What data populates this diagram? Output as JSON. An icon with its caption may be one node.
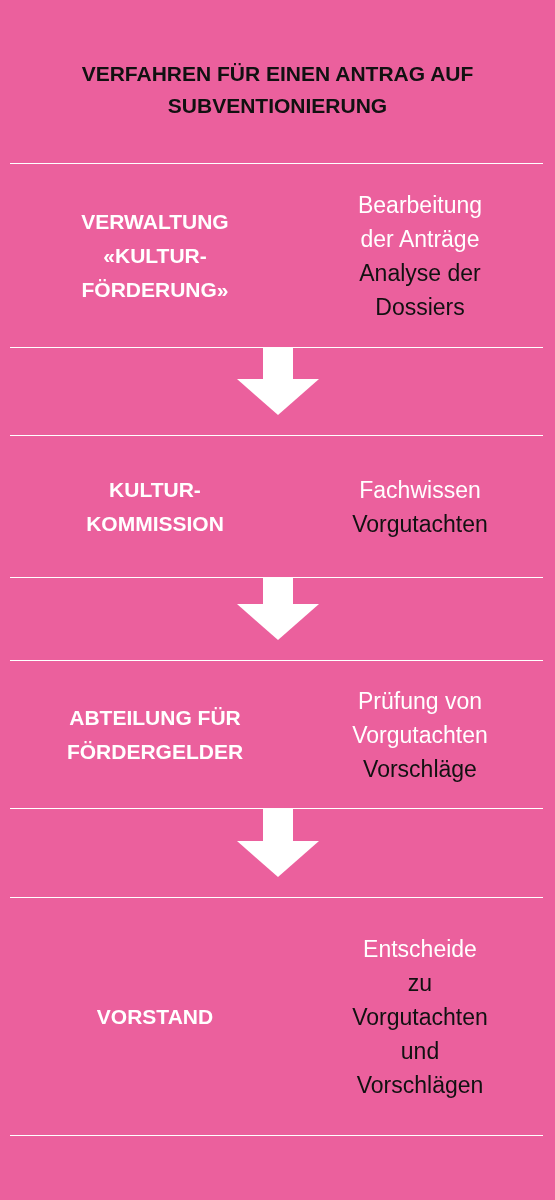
{
  "diagram": {
    "title": "VERFAHREN FÜR EINEN ANTRAG AUF SUBVENTIONIERUNG",
    "nodes": [
      {
        "text": [
          "VERWALTUNG «KULTUR-FÖRDERUNG»",
          "Bearbeitung der Anträge",
          "Analyse der Dossiers"
        ]
      },
      {
        "text": [
          "KULTUR-KOMMISSION",
          "Fachwissen",
          "Vorgutachten"
        ]
      },
      {
        "text": [
          "ABTEILUNG FÜR FÖRDERGELDER",
          "Prüfung von Vorgutachten",
          "Vorschläge"
        ]
      },
      {
        "text": [
          "VORSTAND",
          "Entscheide",
          "zu Vorgutachten und Vorschlägen"
        ]
      }
    ],
    "edges": [
      {
        "from": 0,
        "to": 1,
        "arrow": "to"
      },
      {
        "from": 1,
        "to": 2,
        "arrow": "to"
      },
      {
        "from": 2,
        "to": 3,
        "arrow": "to"
      }
    ]
  }
}
